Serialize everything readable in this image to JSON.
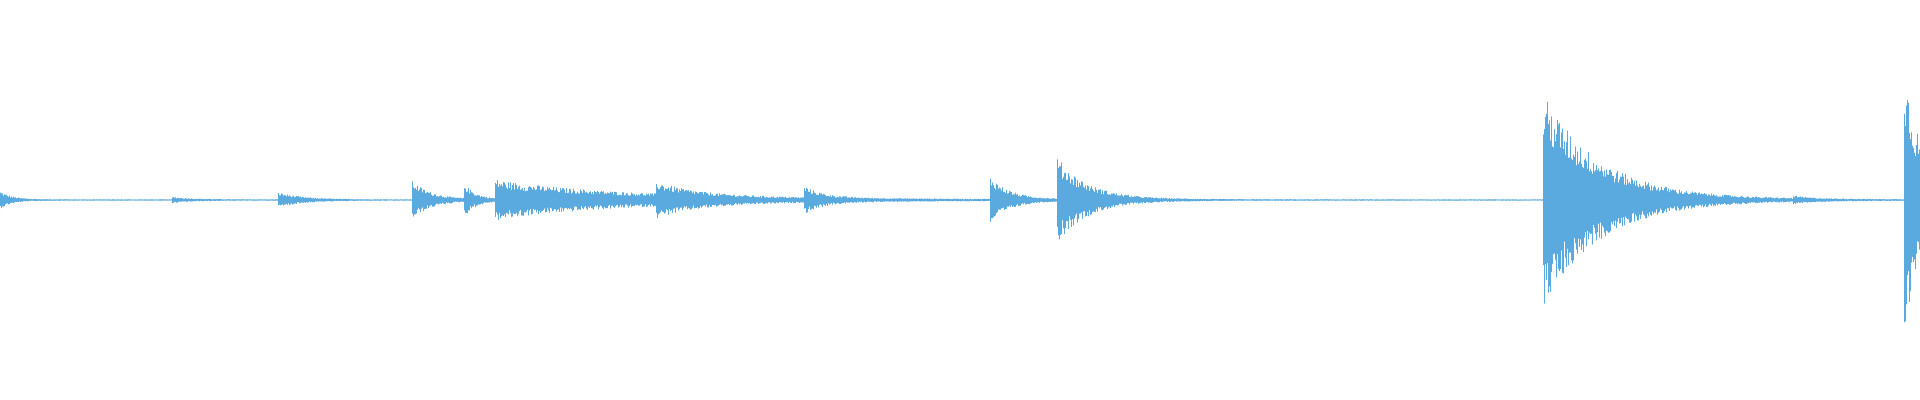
{
  "waveform": {
    "color": "#5aaae0",
    "background": "#ffffff",
    "baseline_amplitude": 0.004,
    "transients": [
      {
        "t": 0.0,
        "peak": 0.04,
        "decay": 0.006
      },
      {
        "t": 0.09,
        "peak": 0.012,
        "decay": 0.01
      },
      {
        "t": 0.145,
        "peak": 0.035,
        "decay": 0.012
      },
      {
        "t": 0.215,
        "peak": 0.09,
        "decay": 0.01
      },
      {
        "t": 0.242,
        "peak": 0.07,
        "decay": 0.006
      },
      {
        "t": 0.258,
        "peak": 0.095,
        "decay": 0.07
      },
      {
        "t": 0.342,
        "peak": 0.06,
        "decay": 0.02
      },
      {
        "t": 0.419,
        "peak": 0.055,
        "decay": 0.01
      },
      {
        "t": 0.516,
        "peak": 0.11,
        "decay": 0.01
      },
      {
        "t": 0.551,
        "peak": 0.2,
        "decay": 0.016
      },
      {
        "t": 0.804,
        "peak": 0.52,
        "decay": 0.03
      },
      {
        "t": 0.934,
        "peak": 0.012,
        "decay": 0.008
      },
      {
        "t": 0.992,
        "peak": 0.65,
        "decay": 0.01
      }
    ]
  }
}
